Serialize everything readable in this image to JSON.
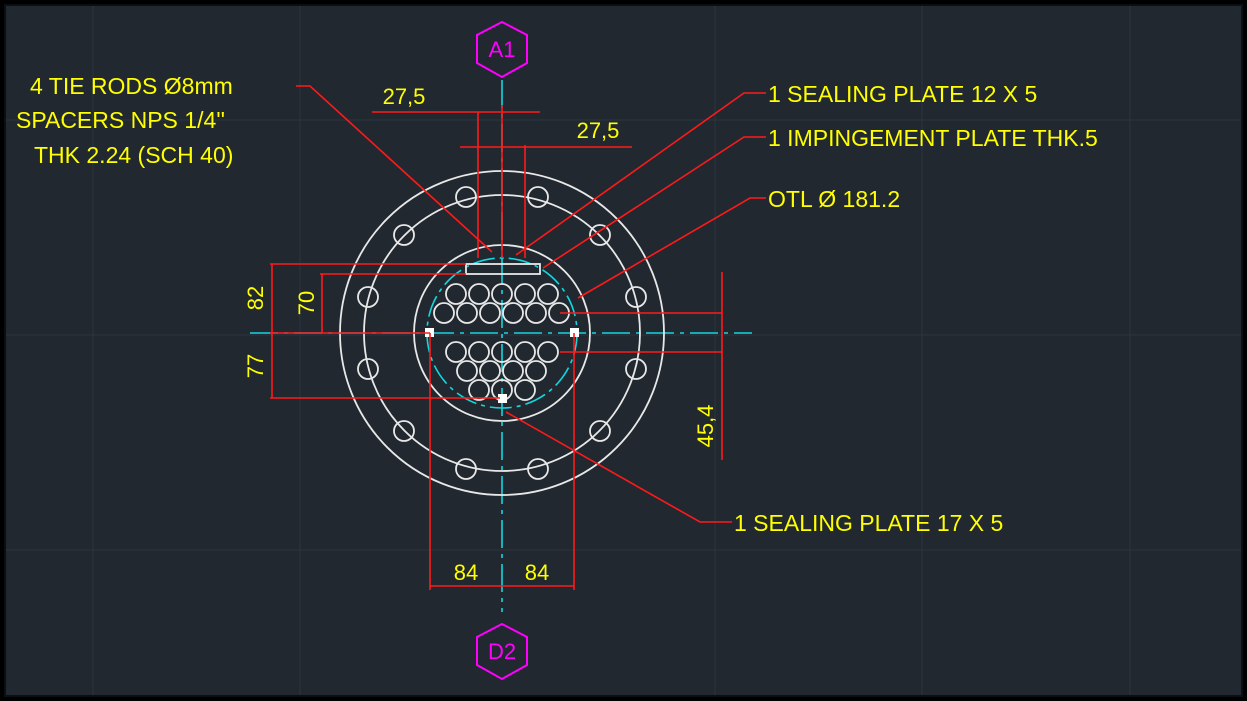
{
  "tags": {
    "top": "A1",
    "bottom": "D2"
  },
  "labels": {
    "tie_rods_1": "4 TIE RODS Ø8mm",
    "tie_rods_2": "SPACERS NPS 1/4''",
    "tie_rods_3": "THK 2.24 (SCH 40)",
    "sealing_plate_top": "1 SEALING PLATE 12 X 5",
    "impingement_plate": "1 IMPINGEMENT PLATE THK.5",
    "otl": "OTL Ø  181.2",
    "sealing_plate_bottom": "1 SEALING PLATE 17 X 5"
  },
  "dimensions": {
    "top_left": "27,5",
    "top_right": "27,5",
    "left_outer": "82",
    "left_inner": "70",
    "left_lower": "77",
    "right_vertical": "45,4",
    "bottom_left": "84",
    "bottom_right": "84"
  },
  "colors": {
    "background": "#212830",
    "annotation_text": "#ffff00",
    "dimension_lines": "#ff1a1a",
    "geometry": "#e8e8e8",
    "center_lines": "#14d6e0",
    "tags": "#ff00ff"
  }
}
